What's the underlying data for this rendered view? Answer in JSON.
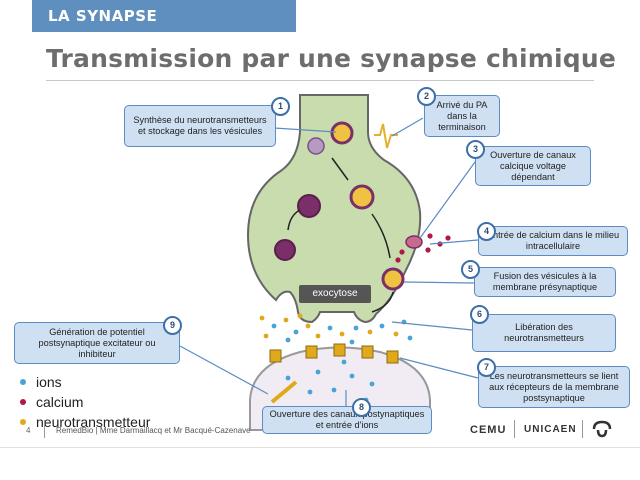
{
  "header": {
    "section": "LA SYNAPSE"
  },
  "title": "Transmission par une synapse chimique",
  "diagram": {
    "exocytose_label": "exocytose",
    "steps": [
      {
        "num": "1",
        "text": "Synthèse du neurotransmetteurs et stockage dans les vésicules"
      },
      {
        "num": "2",
        "text": "Arrivé du PA dans la terminaison"
      },
      {
        "num": "3",
        "text": "Ouverture de canaux calcique voltage dépendant"
      },
      {
        "num": "4",
        "text": "Entrée de calcium dans le milieu intracellulaire"
      },
      {
        "num": "5",
        "text": "Fusion des vésicules à la membrane présynaptique"
      },
      {
        "num": "6",
        "text": "Libération des neurotransmetteurs"
      },
      {
        "num": "7",
        "text": "Les neurotransmetteurs se lient aux récepteurs de la membrane postsynaptique"
      },
      {
        "num": "8",
        "text": "Ouverture des canaux postynaptiques et entrée d'ions"
      },
      {
        "num": "9",
        "text": "Génération de potentiel postsynaptique excitateur ou inhibiteur"
      }
    ]
  },
  "legend": [
    {
      "label": "ions",
      "color": "#4aa3d6"
    },
    {
      "label": "calcium",
      "color": "#b0174a"
    },
    {
      "label": "neurotransmetteur",
      "color": "#e0a91c"
    }
  ],
  "footer": {
    "page": "4",
    "text": "RemedBio | Mme Darmaillacq et Mr Bacqué-Cazenave",
    "logo1": "CEMU",
    "logo2": "UNICAEN"
  }
}
